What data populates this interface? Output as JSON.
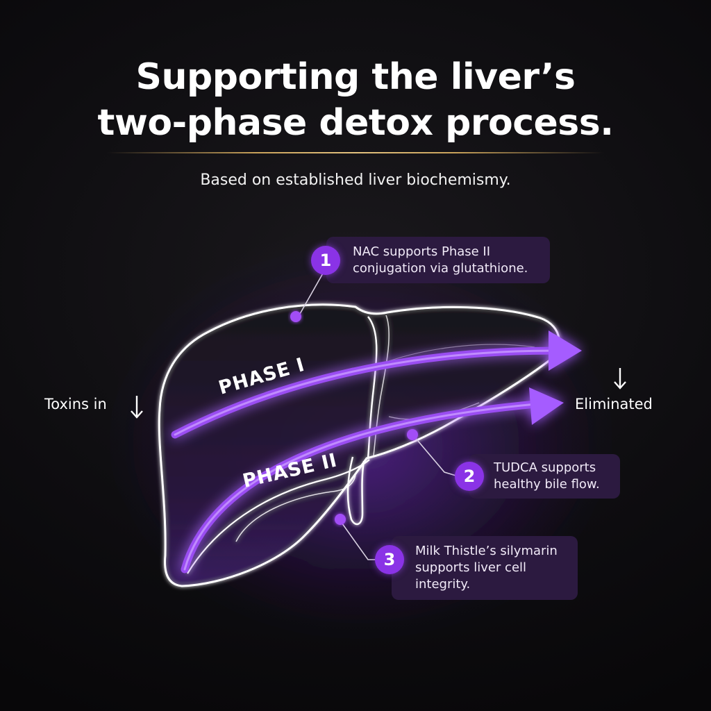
{
  "headline": {
    "line1": "Supporting the liver’s",
    "line2": "two-phase detox process."
  },
  "subtitle": "Based on established liver biochemismy.",
  "labels": {
    "input": "Toxins in",
    "output": "Eliminated"
  },
  "phases": [
    {
      "label": "PHASE I"
    },
    {
      "label": "PHASE II"
    }
  ],
  "callouts": [
    {
      "number": "1",
      "text": "NAC supports Phase II conjugation via glutathione."
    },
    {
      "number": "2",
      "text": "TUDCA supports healthy bile flow."
    },
    {
      "number": "3",
      "text": "Milk Thistle’s silymarin supports liver cell integrity."
    }
  ],
  "colors": {
    "background": "#0c0b0d",
    "accent_purple": "#8a33e6",
    "glow_purple": "#b56cff",
    "callout_fill": "#2c1a40",
    "divider_gold": "#c9a25a",
    "outline": "#ffffff"
  }
}
